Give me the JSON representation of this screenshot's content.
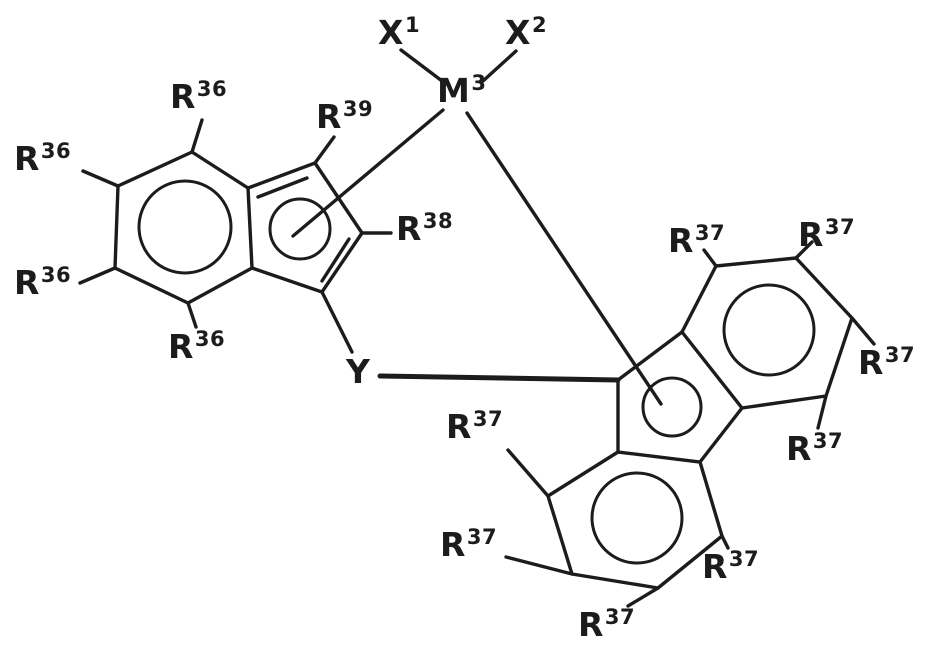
{
  "figure": {
    "background": "#ffffff",
    "line_color": "#1c1c1c"
  },
  "labels": {
    "x1": {
      "base": "X",
      "sup": "1"
    },
    "x2": {
      "base": "X",
      "sup": "2"
    },
    "m3": {
      "base": "M",
      "sup": "3"
    },
    "y": {
      "base": "Y",
      "sup": ""
    },
    "r36": {
      "base": "R",
      "sup": "36"
    },
    "r37": {
      "base": "R",
      "sup": "37"
    },
    "r38": {
      "base": "R",
      "sup": "38"
    },
    "r39": {
      "base": "R",
      "sup": "39"
    }
  }
}
